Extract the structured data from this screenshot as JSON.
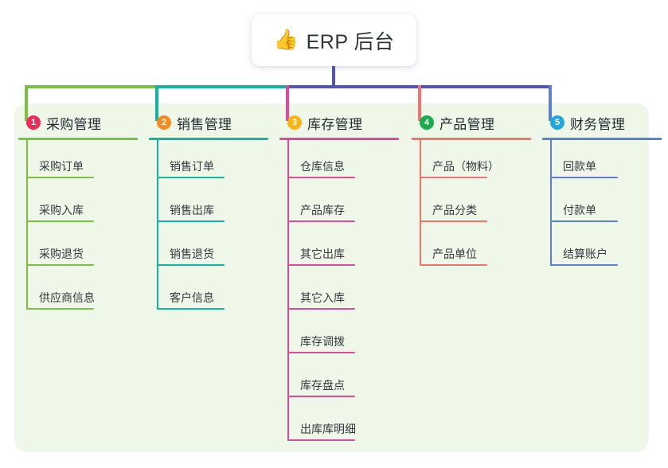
{
  "root": {
    "icon": "thumbs-up-icon",
    "icon_glyph": "👍",
    "title": "ERP 后台"
  },
  "panel": {
    "background": "#eff7e9"
  },
  "connector": {
    "trunk_color": "#5155c0",
    "segments": [
      {
        "color": "#7ac142"
      },
      {
        "color": "#12b5a5"
      },
      {
        "color": "#5155c0"
      },
      {
        "color": "#5155c0"
      }
    ]
  },
  "columns": [
    {
      "number": "1",
      "title": "采购管理",
      "badge_color": "#ec2d5b",
      "line_color": "#7ac142",
      "drop_color": "#7ac142",
      "items": [
        {
          "label": "采购订单"
        },
        {
          "label": "采购入库"
        },
        {
          "label": "采购退货"
        },
        {
          "label": "供应商信息"
        }
      ]
    },
    {
      "number": "2",
      "title": "销售管理",
      "badge_color": "#f68b1f",
      "line_color": "#12b5a5",
      "drop_color": "#12b5a5",
      "items": [
        {
          "label": "销售订单"
        },
        {
          "label": "销售出库"
        },
        {
          "label": "销售退货"
        },
        {
          "label": "客户信息"
        }
      ]
    },
    {
      "number": "3",
      "title": "库存管理",
      "badge_color": "#fbb516",
      "line_color": "#e0499a",
      "drop_color": "#e0499a",
      "items": [
        {
          "label": "仓库信息"
        },
        {
          "label": "产品库存"
        },
        {
          "label": "其它出库"
        },
        {
          "label": "其它入库"
        },
        {
          "label": "库存调拨"
        },
        {
          "label": "库存盘点"
        },
        {
          "label": "出库库明细"
        }
      ]
    },
    {
      "number": "4",
      "title": "产品管理",
      "badge_color": "#18ad4a",
      "line_color": "#f4736e",
      "drop_color": "#f4736e",
      "items": [
        {
          "label": "产品（物料）"
        },
        {
          "label": "产品分类"
        },
        {
          "label": "产品单位"
        }
      ]
    },
    {
      "number": "5",
      "title": "财务管理",
      "badge_color": "#21a7dd",
      "line_color": "#5c7fd4",
      "drop_color": "#5c7fd4",
      "items": [
        {
          "label": "回款单"
        },
        {
          "label": "付款单"
        },
        {
          "label": "结算账户"
        }
      ]
    }
  ]
}
